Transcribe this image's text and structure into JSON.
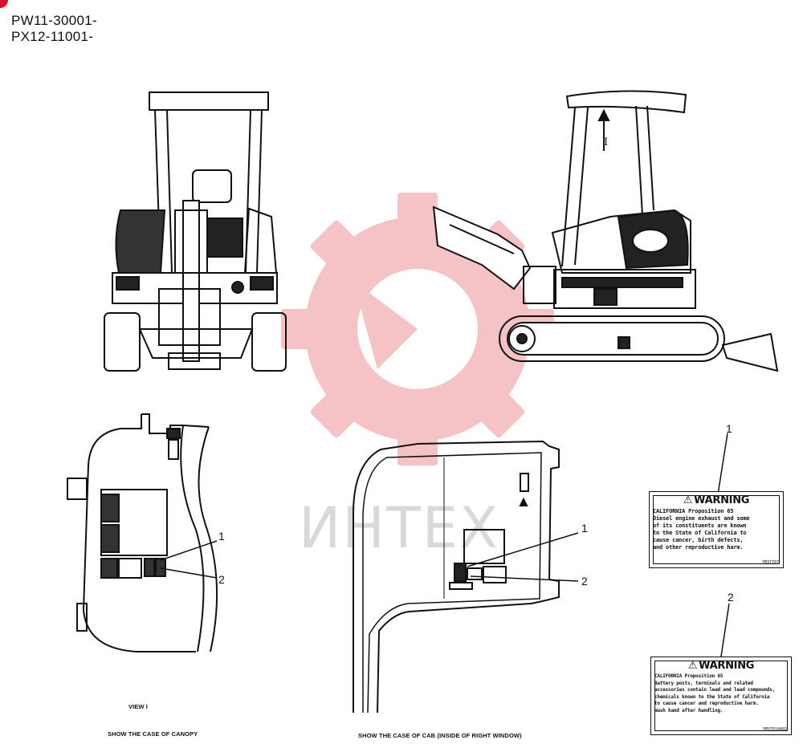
{
  "serials": [
    "PW11-30001-",
    "PX12-11001-"
  ],
  "watermark_text": "ИНТЕХ",
  "arrow_label": "I",
  "view_label": "VIEW I",
  "caption_canopy": "SHOW THE CASE OF CANOPY",
  "caption_cab": "SHOW THE CASE OF CAB (INSIDE OF RIGHT WINDOW)",
  "callouts": {
    "canopy_1": "1",
    "canopy_2": "2",
    "cab_1": "1",
    "cab_2": "2",
    "label_1": "1",
    "label_2": "2"
  },
  "label1": {
    "heading": "WARNING",
    "lines": [
      "CALIFORNIA Proposition 65",
      "Diesel engine exhaust and some",
      "of its constituents are known",
      "to the State of California to",
      "cause cancer, birth defects,",
      "and other reproductive harm."
    ],
    "code": "YM37707"
  },
  "label2": {
    "heading": "WARNING",
    "lines": [
      "CALIFORNIA Proposition 65",
      "Battery posts, terminals and related",
      "accessories contain lead and lead compounds,",
      "chemicals known to the State of California",
      "to cause cancer and reproductive harm.",
      "Wash hand after handling."
    ],
    "code": "YM37014802"
  },
  "colors": {
    "watermark": "#f4b8bd",
    "accent": "#d8112a",
    "ink": "#111111"
  }
}
